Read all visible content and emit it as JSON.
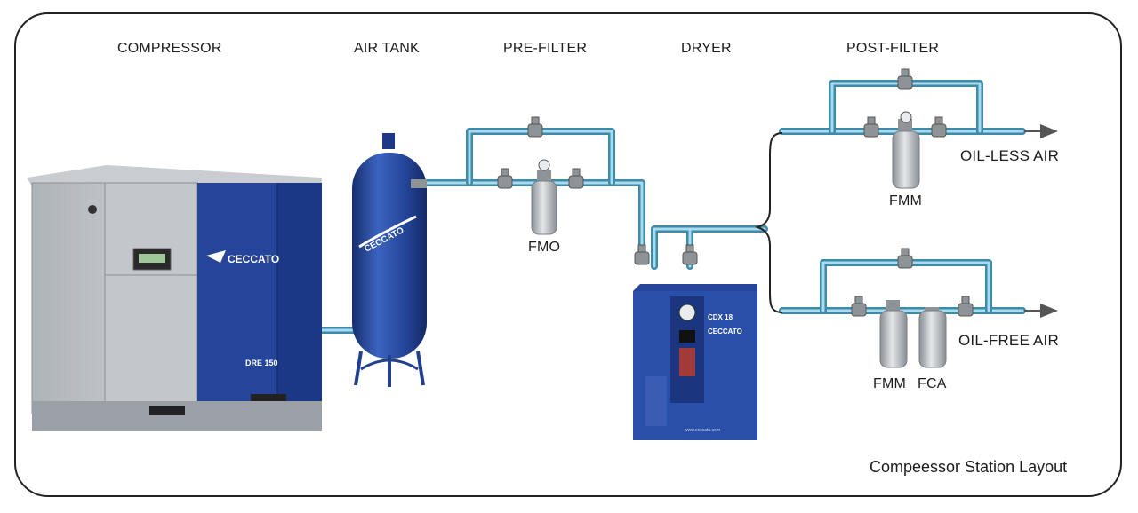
{
  "stages": {
    "compressor": "COMPRESSOR",
    "air_tank": "AIR TANK",
    "pre_filter": "PRE-FILTER",
    "dryer": "DRYER",
    "post_filter": "POST-FILTER"
  },
  "filters": {
    "fmo": "FMO",
    "fmm_top": "FMM",
    "fmm_bottom": "FMM",
    "fca": "FCA"
  },
  "outputs": {
    "oil_less": "OIL-LESS AIR",
    "oil_free": "OIL-FREE AIR"
  },
  "equipment": {
    "compressor_brand": "CECCATO",
    "compressor_model": "DRE 150",
    "tank_brand": "CECCATO",
    "dryer_brand": "CECCATO",
    "dryer_model": "CDX 18",
    "dryer_url": "www.ceccato.com"
  },
  "caption": "Compeessor Station Layout",
  "colors": {
    "pipe": "#5fb0cf",
    "pipe_dark": "#3f8aa8",
    "equipment_blue": "#24459a",
    "equipment_blue_dark": "#172e6e",
    "panel_grey": "#b9bec4",
    "valve_grey": "#8e9398"
  }
}
